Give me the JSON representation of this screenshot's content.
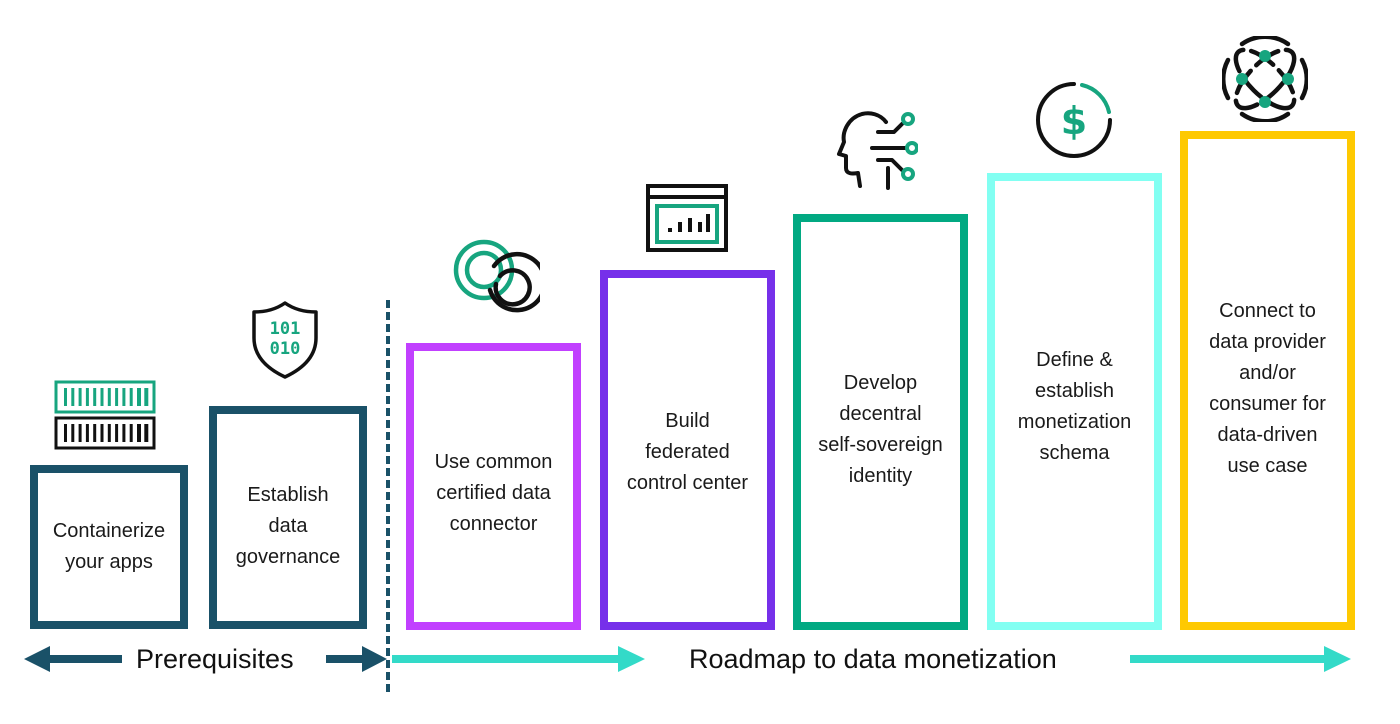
{
  "title": "Roadmap to data monetization",
  "colors": {
    "prereq": "#1a5168",
    "step3": "#c140ff",
    "step4": "#7630ea",
    "step5": "#01a982",
    "step6": "#82fff2",
    "step7": "#fec901",
    "accent_green": "#17a57f",
    "arrow_teal": "#33dac8",
    "ink": "#111111"
  },
  "steps": [
    {
      "label": "Containerize your apps",
      "lines": [
        "Containerize",
        "your apps"
      ],
      "phase": "prerequisites",
      "icon": "container-stack-icon"
    },
    {
      "label": "Establish data governance",
      "lines": [
        "Establish",
        "data",
        "governance"
      ],
      "phase": "prerequisites",
      "icon": "shield-binary-icon"
    },
    {
      "label": "Use common certified data connector",
      "lines": [
        "Use common",
        "certified data",
        "connector"
      ],
      "phase": "roadmap",
      "icon": "linked-rings-icon"
    },
    {
      "label": "Build federated control center",
      "lines": [
        "Build",
        "federated",
        "control center"
      ],
      "phase": "roadmap",
      "icon": "dashboard-window-icon"
    },
    {
      "label": "Develop decentral self-sovereign identity",
      "lines": [
        "Develop",
        "decentral",
        "self-sovereign",
        "identity"
      ],
      "phase": "roadmap",
      "icon": "head-network-icon"
    },
    {
      "label": "Define & establish monetization schema",
      "lines": [
        "Define &",
        "establish",
        "monetization",
        "schema"
      ],
      "phase": "roadmap",
      "icon": "dollar-circle-icon"
    },
    {
      "label": "Connect to data provider and/or consumer for data-driven use case",
      "lines": [
        "Connect to",
        "data provider",
        "and/or",
        "consumer for",
        "data-driven",
        "use case"
      ],
      "phase": "roadmap",
      "icon": "atom-network-icon"
    }
  ],
  "binary_icon_text": [
    "101",
    "010"
  ],
  "phases": {
    "prerequisites": "Prerequisites",
    "roadmap": "Roadmap to data monetization"
  }
}
